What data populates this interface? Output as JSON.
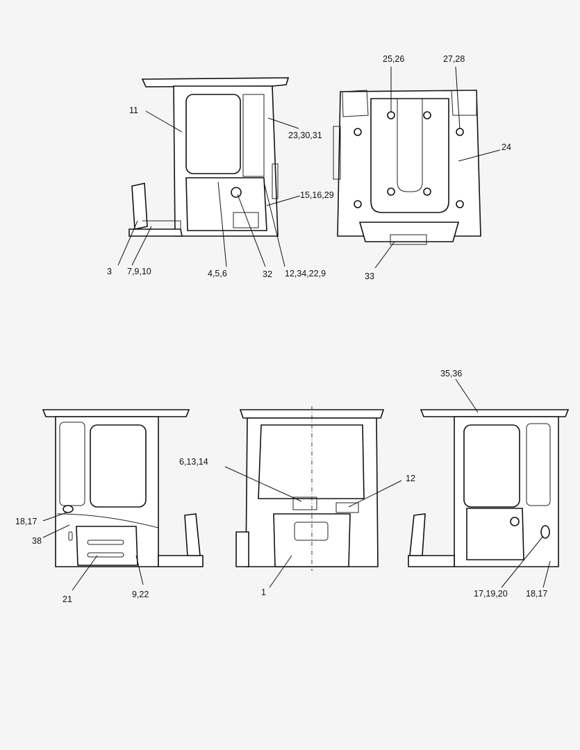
{
  "callouts": {
    "c11": "11",
    "c23_30_31": "23,30,31",
    "c15_16_29": "15,16,29",
    "c3": "3",
    "c7_9_10": "7,9,10",
    "c4_5_6": "4,5,6",
    "c32": "32",
    "c12_34_22_9": "12,34,22,9",
    "c25_26": "25,26",
    "c27_28": "27,28",
    "c24": "24",
    "c33": "33",
    "c35_36": "35,36",
    "c6_13_14": "6,13,14",
    "c12": "12",
    "c18_17_left": "18,17",
    "c38": "38",
    "c21": "21",
    "c9_22": "9,22",
    "c1": "1",
    "c17_19_20": "17,19,20",
    "c18_17_right": "18,17"
  }
}
